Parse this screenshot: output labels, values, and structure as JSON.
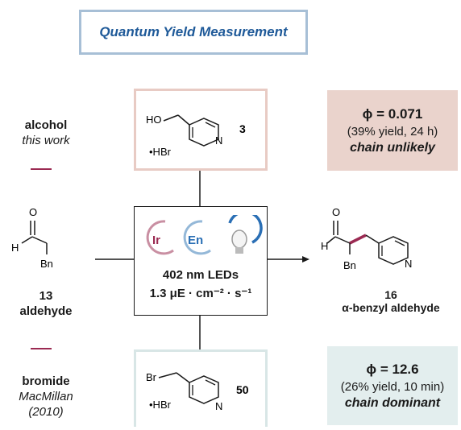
{
  "title": "Quantum Yield Measurement",
  "left": {
    "alcohol": {
      "name": "alcohol",
      "sub": "this work"
    },
    "aldehyde": {
      "number": "13",
      "name": "aldehyde",
      "bn": "Bn",
      "o": "O",
      "h": "H"
    },
    "bromide": {
      "name": "bromide",
      "sub": "MacMillan",
      "year": "(2010)"
    }
  },
  "top_compound": {
    "oh": "HO",
    "salt": "•HBr",
    "n": "N",
    "number": "3"
  },
  "bottom_compound": {
    "br": "Br",
    "salt": "•HBr",
    "n": "N",
    "number": "50"
  },
  "conditions": {
    "catalyst1": "Ir",
    "catalyst2": "En",
    "light": "402 nm LEDs",
    "flux": "1.3 μE · cm⁻² · s⁻¹"
  },
  "product": {
    "number": "16",
    "name": "α-benzyl aldehyde",
    "o": "O",
    "h": "H",
    "bn": "Bn",
    "n": "N"
  },
  "result_top": {
    "phi": "ϕ = 0.071",
    "yield": "(39% yield, 24 h)",
    "verdict": "chain unlikely"
  },
  "result_bottom": {
    "phi": "ϕ = 12.6",
    "yield": "(26% yield, 10 min)",
    "verdict": "chain dominant"
  },
  "colors": {
    "title_border": "#a7bfd6",
    "title_text": "#1f5a99",
    "top_border": "#e8cbc4",
    "top_fill": "#ead3cc",
    "bottom_border": "#d8e6e6",
    "bottom_fill": "#e3eeee",
    "accent": "#9b2a52",
    "blue": "#2a6fb5"
  }
}
